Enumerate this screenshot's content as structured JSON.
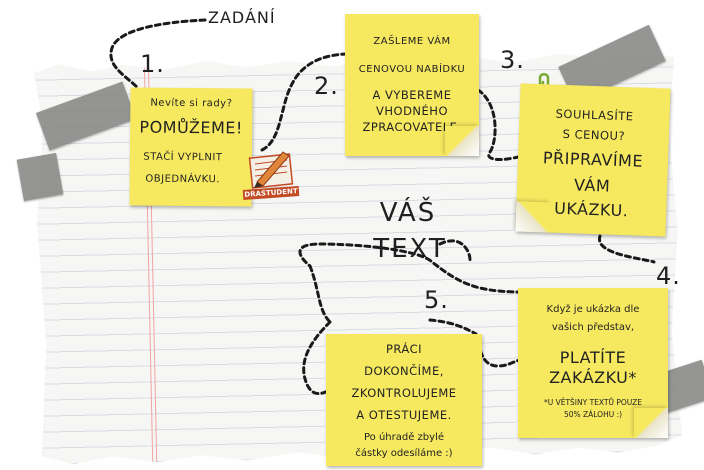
{
  "heading": "ZADÁNÍ",
  "center_text": [
    "VÁŠ",
    "TEXT"
  ],
  "steps": [
    {
      "number": "1.",
      "lines": [
        "Nevíte si rady?",
        "POMŮŽEME!",
        "STAČÍ VYPLNIT",
        "OBJEDNÁVKU."
      ]
    },
    {
      "number": "2.",
      "lines": [
        "ZAŠLEME VÁM",
        "CENOVOU NABÍDKU",
        "A VYBEREME",
        "VHODNÉHO",
        "ZPRACOVATELE."
      ]
    },
    {
      "number": "3.",
      "lines": [
        "SOUHLASÍTE",
        "S CENOU?",
        "PŘIPRAVÍME",
        "VÁM",
        "UKÁZKU."
      ]
    },
    {
      "number": "4.",
      "lines": [
        "Když je ukázka dle",
        "vašich představ,",
        "PLATÍTE",
        "ZAKÁZKU*",
        "*U VĚTŠINY TEXTŮ POUZE",
        "50% ZÁLOHU :)"
      ]
    },
    {
      "number": "5.",
      "lines": [
        "PRÁCI",
        "DOKONČÍME,",
        "ZKONTROLUJEME",
        "A OTESTUJEME.",
        "Po úhradě zbylé",
        "částky odesíláme :)"
      ]
    }
  ],
  "logo": {
    "text": "DRASTUDENT",
    "icon": "pencil-notebook-icon",
    "color": "#c34b24"
  },
  "colors": {
    "note": "#f7e95f",
    "ink": "#1f1f1f",
    "tape": "#828480"
  }
}
